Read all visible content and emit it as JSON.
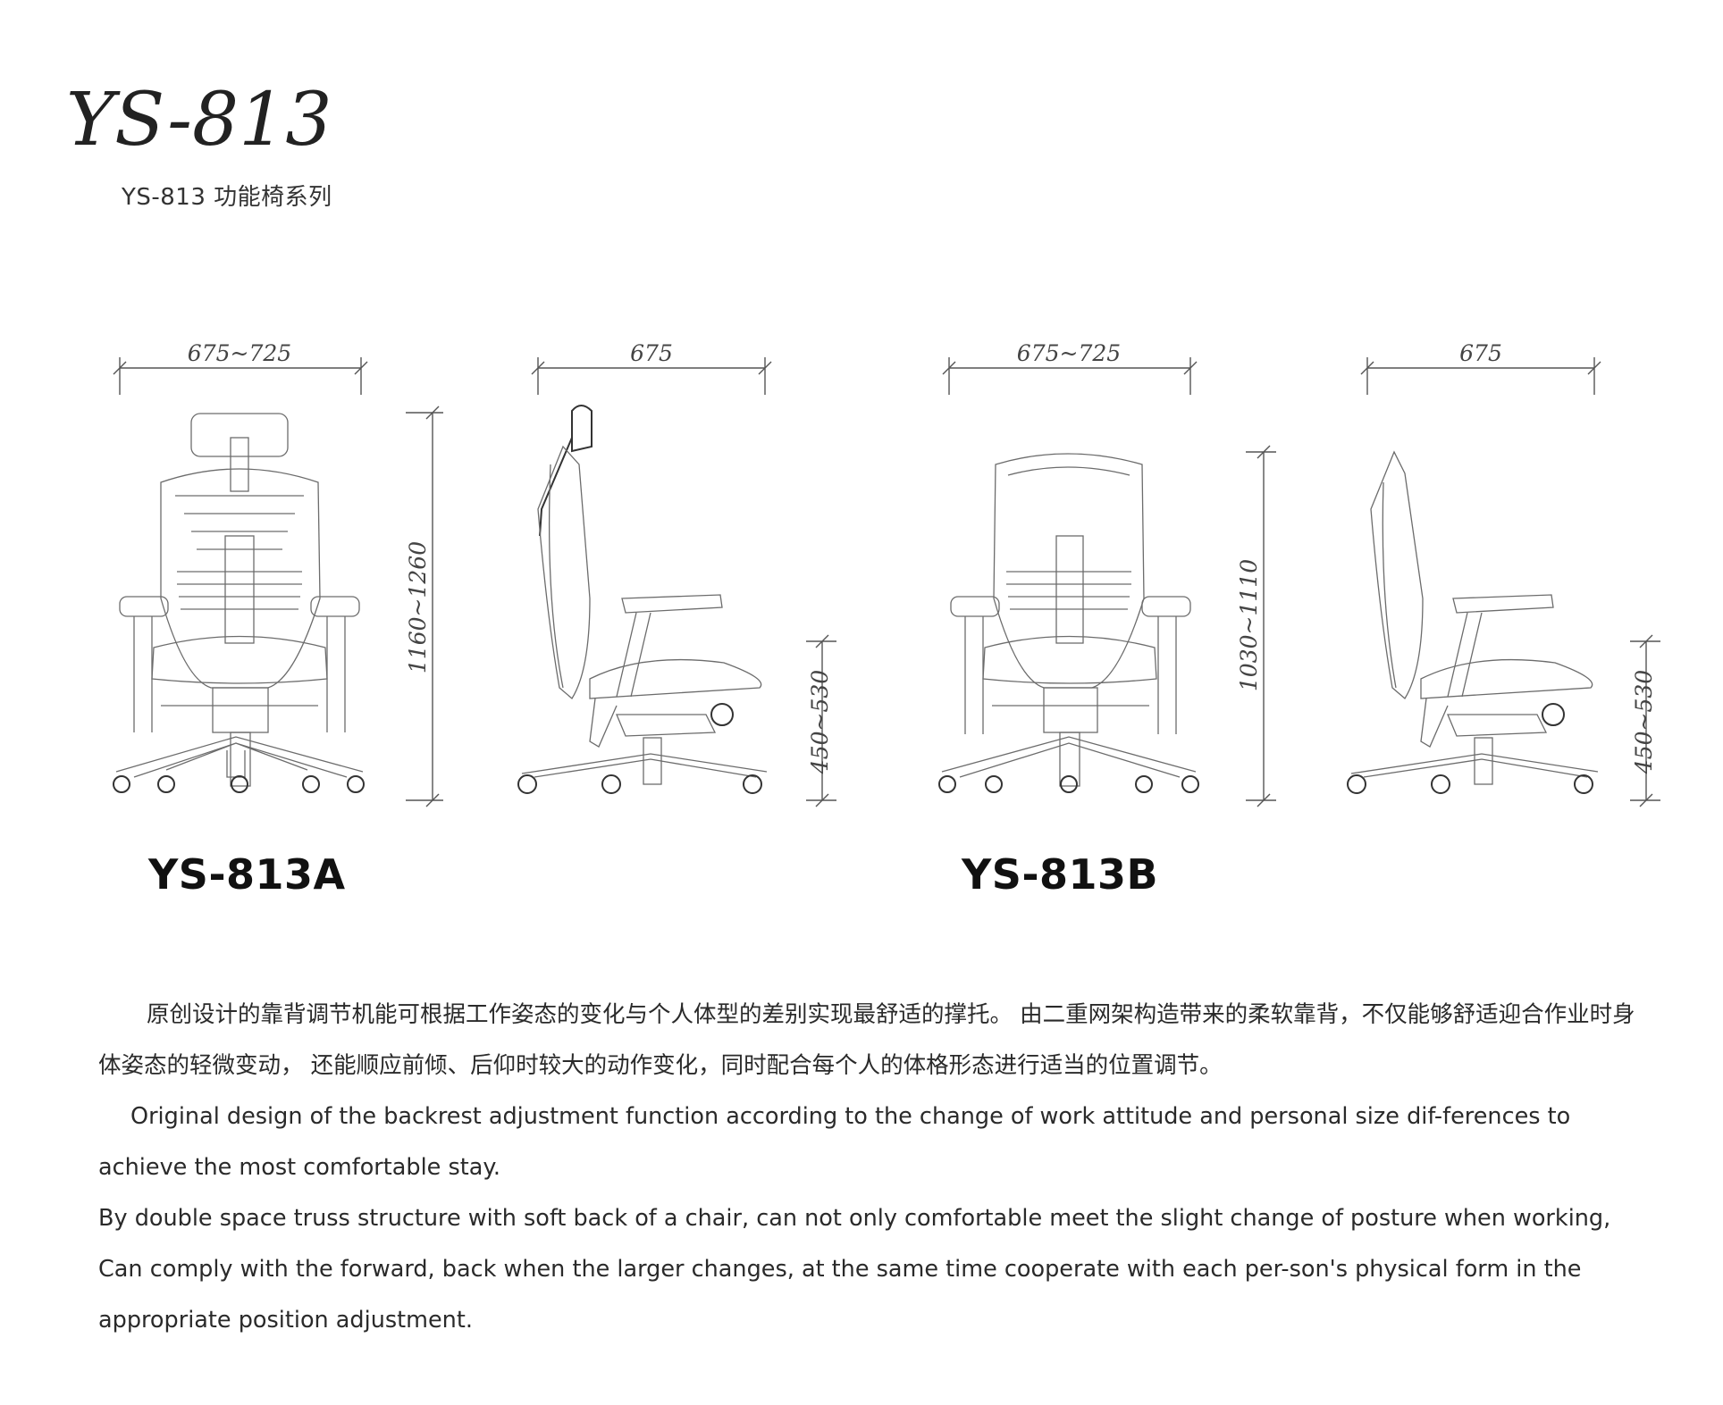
{
  "header": {
    "logo_text": "YS-813",
    "subtitle": "YS-813 功能椅系列"
  },
  "models": [
    {
      "name": "YS-813A",
      "front_width": "675~725",
      "side_width": "675",
      "total_height": "1160~1260",
      "seat_height": "450~530"
    },
    {
      "name": "YS-813B",
      "front_width": "675~725",
      "side_width": "675",
      "total_height": "1030~1110",
      "seat_height": "450~530"
    }
  ],
  "description": {
    "cn": "原创设计的靠背调节机能可根据工作姿态的变化与个人体型的差别实现最舒适的撑托。 由二重网架构造带来的柔软靠背，不仅能够舒适迎合作业时身体姿态的轻微变动， 还能顺应前倾、后仰时较大的动作变化，同时配合每个人的体格形态进行适当的位置调节。",
    "en1": "Original design of the backrest adjustment function according to the change of work attitude and personal size dif-ferences to achieve the most comfortable stay.",
    "en2": "By double space truss structure with soft back of a chair, can not only comfortable meet the slight change of posture when working,  Can comply with the forward, back when the larger changes, at the same time cooperate with each per-son's physical form in the appropriate position adjustment."
  }
}
